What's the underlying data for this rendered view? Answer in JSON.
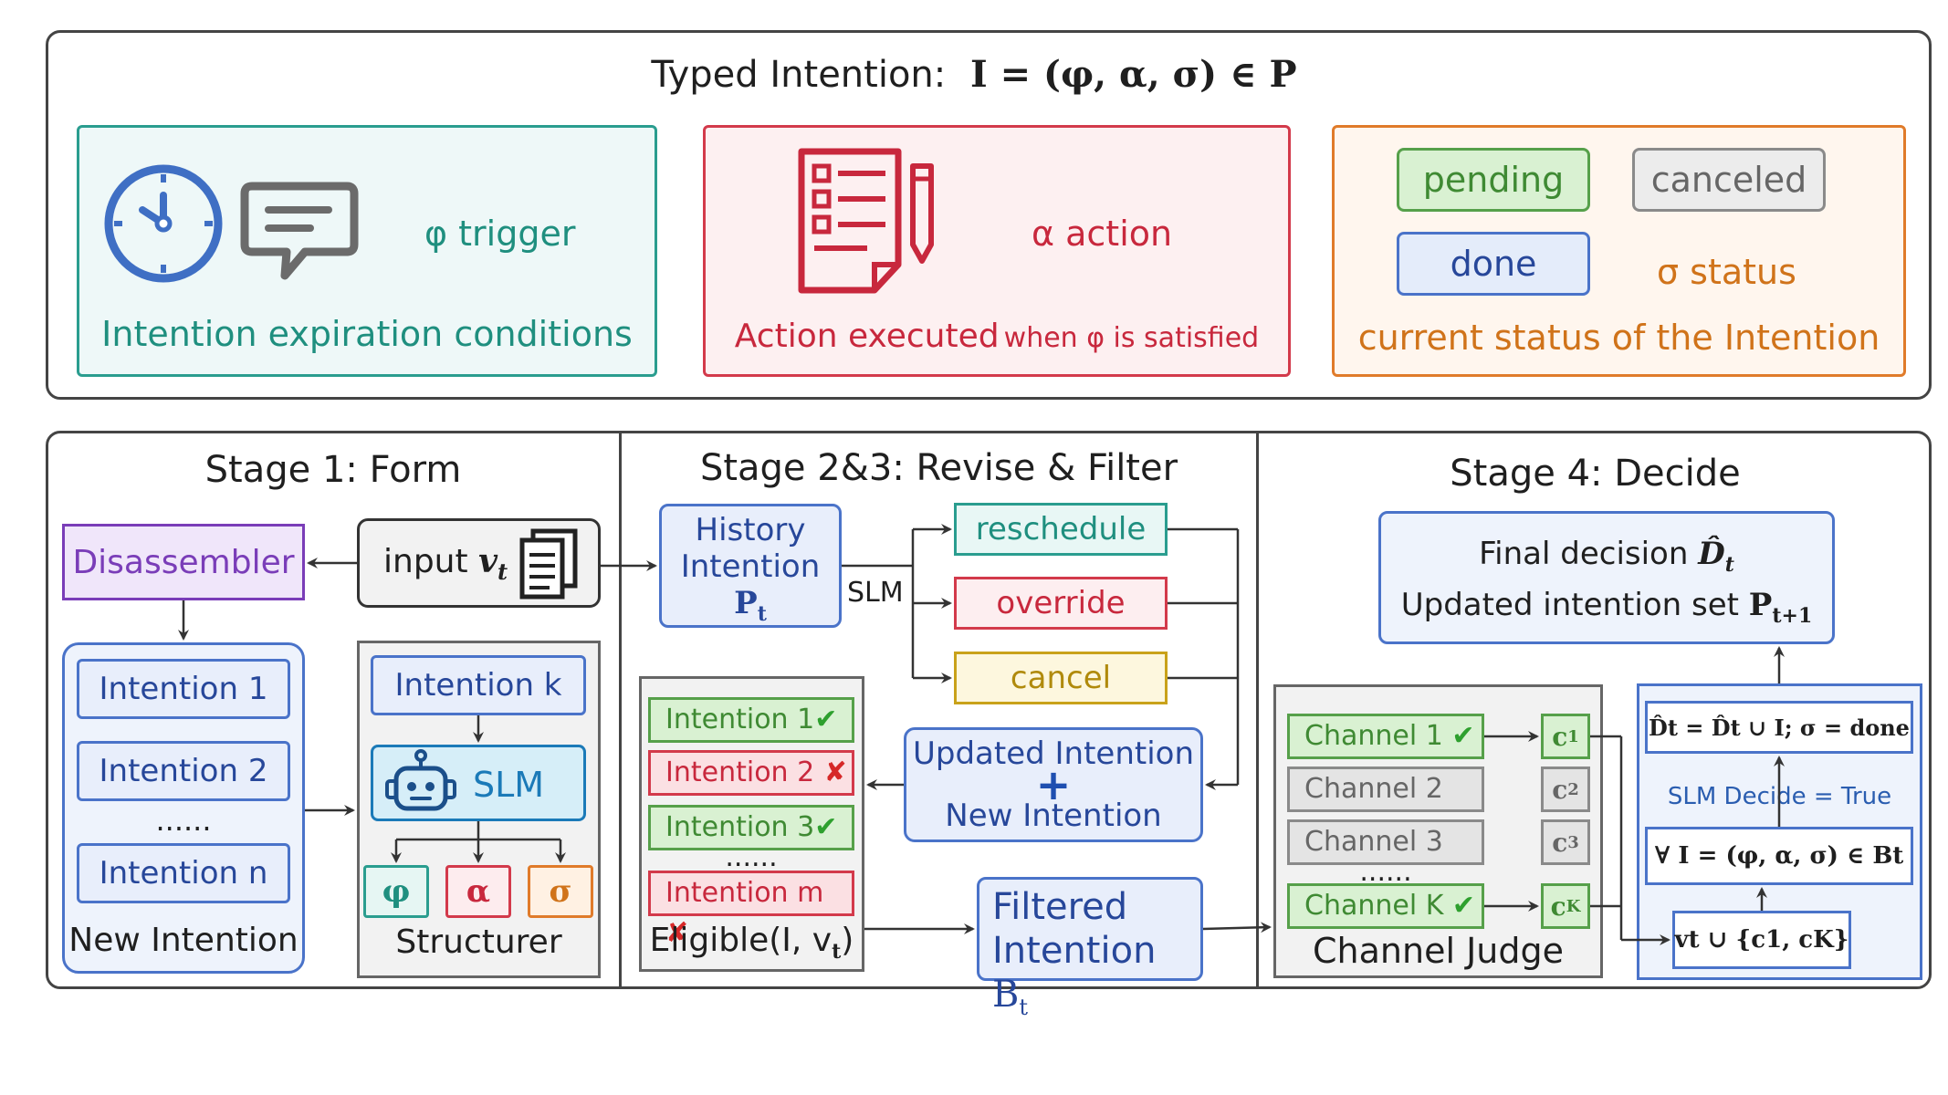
{
  "top": {
    "title_text": "Typed Intention:",
    "title_formula": "I  =  (φ, α, σ) ∈ P",
    "trigger": {
      "label": "φ trigger",
      "caption": "Intention expiration conditions"
    },
    "action": {
      "label": "α action",
      "caption_a": "Action executed",
      "caption_b": "when φ is satisfied"
    },
    "status": {
      "label": "σ status",
      "caption": "current status of the Intention",
      "chips": {
        "pending": "pending",
        "canceled": "canceled",
        "done": "done"
      }
    }
  },
  "stage1": {
    "title": "Stage 1:  Form",
    "disassembler": "Disassembler",
    "input_label": "input",
    "input_var": "v",
    "input_sub": "t",
    "new_intentions": [
      "Intention 1",
      "Intention 2",
      "......",
      "Intention n"
    ],
    "new_intention_caption": "New Intention",
    "intention_k": "Intention k",
    "slm": "SLM",
    "symbols": [
      "φ",
      "α",
      "σ"
    ],
    "structurer_caption": "Structurer"
  },
  "stage23": {
    "title": "Stage 2&3:  Revise & Filter",
    "history": {
      "line1": "History",
      "line2": "Intention",
      "var": "P",
      "sub": "t"
    },
    "slm_label": "SLM",
    "ops": [
      "reschedule",
      "override",
      "cancel"
    ],
    "updated": {
      "line1": "Updated Intention",
      "plus": "+",
      "line2": "New Intention"
    },
    "eligible_items": [
      "Intention 1",
      "Intention 2",
      "Intention 3",
      "......",
      "Intention m"
    ],
    "eligible_caption": "Eligible(I, v",
    "eligible_sub": "t",
    "eligible_close": ")",
    "filtered": {
      "line1": "Filtered",
      "line2": "Intention",
      "var": "B",
      "sub": "t"
    }
  },
  "stage4": {
    "title": "Stage 4:  Decide",
    "final": {
      "line1": "Final decision",
      "var": "D̂",
      "sub": "t",
      "line2": "Updated intention set",
      "var2": "P",
      "sub2": "t+1"
    },
    "channels": [
      "Channel 1",
      "Channel 2",
      "Channel 3",
      "......",
      "Channel K"
    ],
    "channel_caption": "Channel Judge",
    "c_labels": [
      {
        "base": "c",
        "sub": "1"
      },
      {
        "base": "c",
        "sub": "2"
      },
      {
        "base": "c",
        "sub": "3"
      },
      {
        "base": "c",
        "sub": "K"
      }
    ],
    "update_rule": "D̂t = D̂t ∪ I; σ = done",
    "slm_decide": "SLM Decide = True",
    "forall": "∀ I = (φ, α, σ) ∈ Bt",
    "vt_union": "vt ∪ {c1, cK}"
  },
  "colors": {
    "trigger_teal": "#1f8f7f",
    "action_red": "#c8283d",
    "status_orange": "#d0731a",
    "intention_blue": "#4a73c9",
    "disassembler_purple": "#7a3db8"
  }
}
